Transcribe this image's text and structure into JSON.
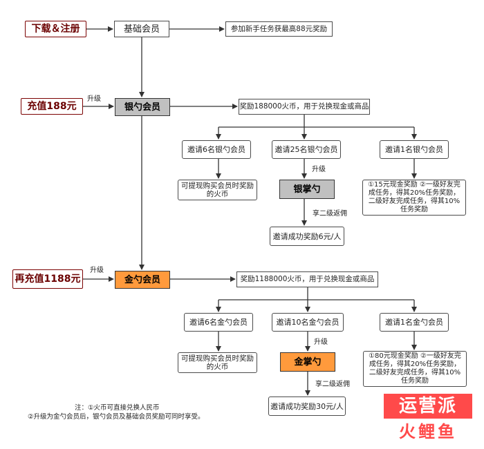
{
  "top": {
    "signup": "下载＆注册",
    "basic": "基础会员",
    "basic_reward": "参加新手任务获最高88元奖励"
  },
  "silver": {
    "recharge": "充值188元",
    "upgrade": "升级",
    "tier": "银勺会员",
    "reward": "奖励188000火币，用于兑换现金或商品",
    "branches": [
      {
        "invite": "邀请6名银勺会员",
        "result": "可提现购买会员时奖励的火币"
      },
      {
        "invite": "邀请25名银勺会员",
        "upgrade": "升级",
        "tier": "银掌勺",
        "share": "享二级返佣",
        "result": "邀请成功奖励6元/人"
      },
      {
        "invite": "邀请1名银勺会员",
        "result": "①15元现金奖励 ②一级好友完成任务，得其20%任务奖励，二级好友完成任务，得其10%任务奖励"
      }
    ]
  },
  "gold": {
    "recharge": "再充值1188元",
    "upgrade": "升级",
    "tier": "金勺会员",
    "reward": "奖励1188000火币，用于兑换现金或商品",
    "branches": [
      {
        "invite": "邀请6名金勺会员",
        "result": "可提现购买会员时奖励的火币"
      },
      {
        "invite": "邀请10名金勺会员",
        "upgrade": "升级",
        "tier": "金掌勺",
        "share": "享二级返佣",
        "result": "邀请成功奖励30元/人"
      },
      {
        "invite": "邀请1名金勺会员",
        "result": "①80元现金奖励 ②一级好友完成任务，得其20%任务奖励，二级好友完成任务，得其10%任务奖励"
      }
    ]
  },
  "notes": {
    "line1": "注：①火币可直接兑换人民币",
    "line2": "②升级为金勺会员后，银勺会员及基础会员奖励可同时享受。"
  },
  "watermark": {
    "top": "运营派",
    "bottom": "火鲤鱼"
  }
}
